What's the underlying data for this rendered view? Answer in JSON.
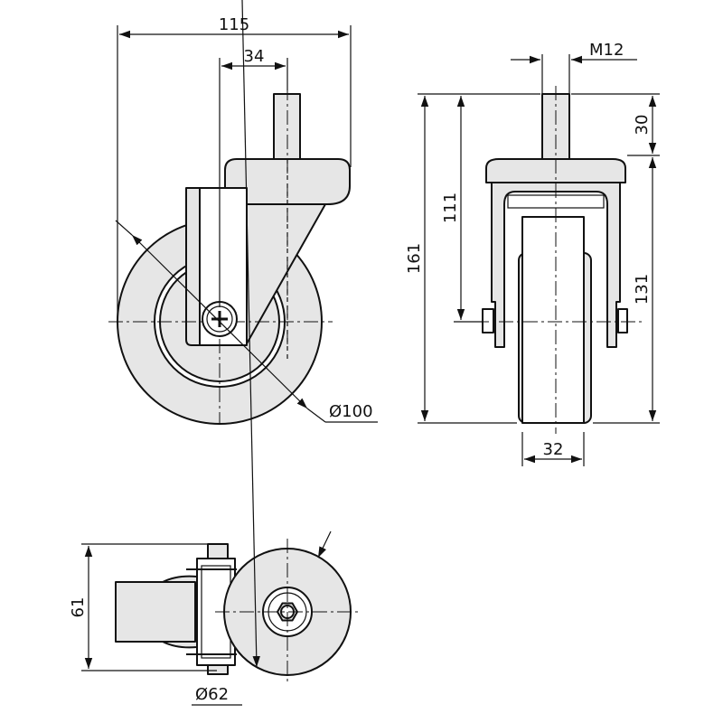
{
  "dimensions": {
    "overall_width": "115",
    "stem_offset": "34",
    "thread": "M12",
    "stem_length": "30",
    "overall_height": "161",
    "axle_height": "111",
    "mount_height": "131",
    "wheel_width": "32",
    "wheel_diameter": "Ø100",
    "top_height": "61",
    "plate_diameter": "Ø62"
  },
  "colors": {
    "line": "#111111",
    "fill": "#e6e6e6",
    "background": "#ffffff"
  }
}
